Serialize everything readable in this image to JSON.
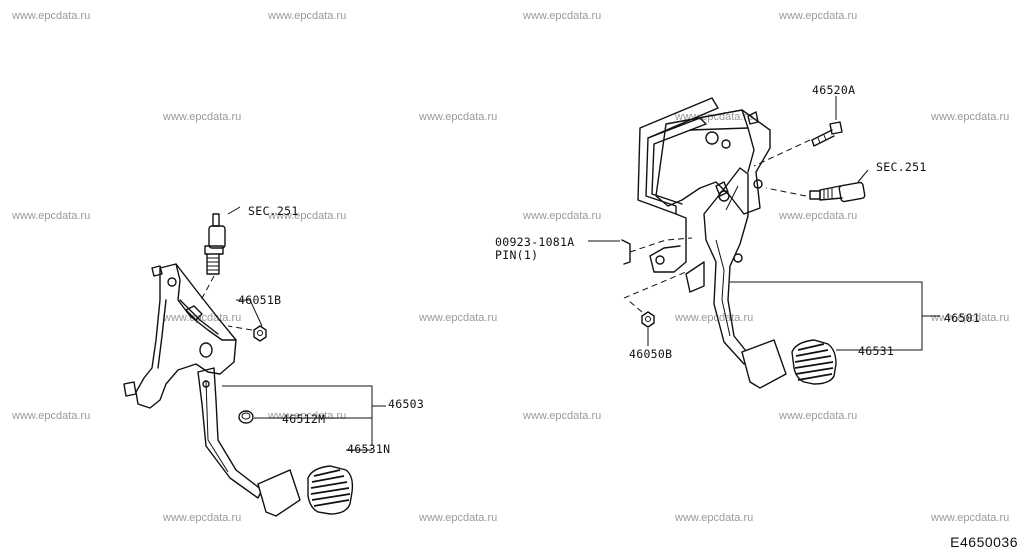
{
  "watermark": "www.epcdata.ru",
  "diagram_code": "E4650036",
  "left_assembly": {
    "sec_sensor": "SEC.251",
    "nut": "46051B",
    "pedal_assy": "46503",
    "stopper": "46512M",
    "pad": "46531N"
  },
  "right_assembly": {
    "bolt": "46520A",
    "sec_sensor": "SEC.251",
    "pin_part": "00923-1081A",
    "pin_qty": "PIN(1)",
    "pedal_assy": "46501",
    "nut": "46050B",
    "pad": "46531"
  }
}
